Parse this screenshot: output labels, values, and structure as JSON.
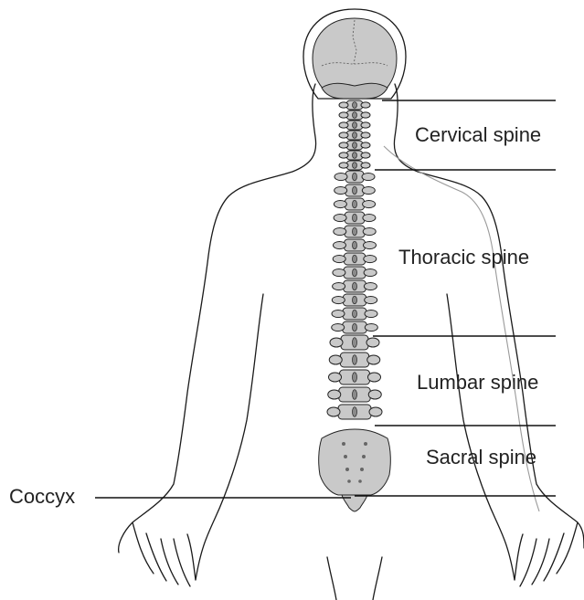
{
  "labels": {
    "cervical": "Cervical spine",
    "thoracic": "Thoracic spine",
    "lumbar": "Lumbar spine",
    "sacral": "Sacral spine",
    "coccyx": "Coccyx"
  },
  "colors": {
    "bone_fill": "#c9c9c9",
    "outline": "#1a1a1a",
    "background": "#ffffff"
  }
}
